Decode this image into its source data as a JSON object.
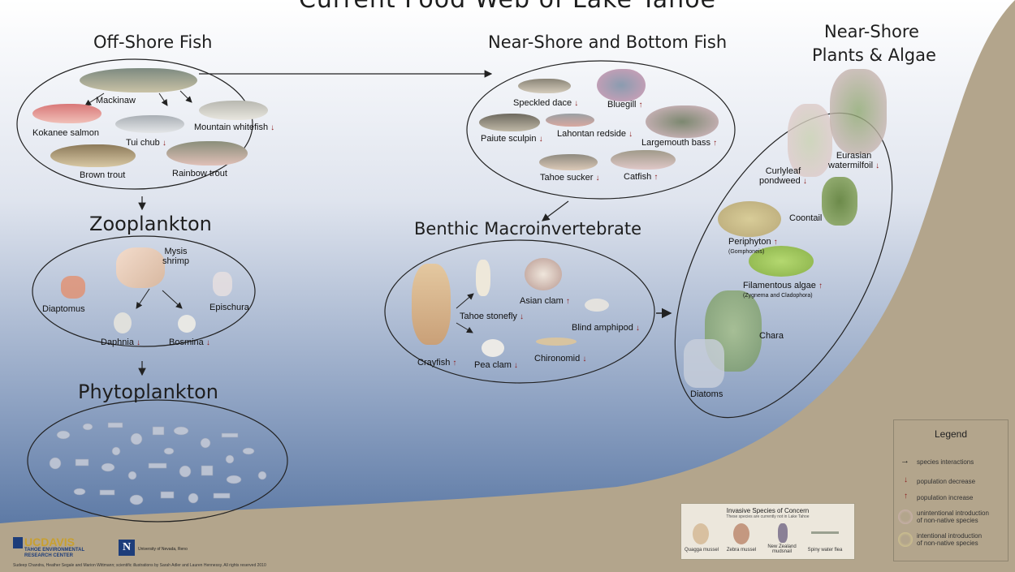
{
  "title": "Current Food Web of Lake Tahoe",
  "sections": {
    "offshore_fish": "Off-Shore Fish",
    "nearshore_fish": "Near-Shore and Bottom Fish",
    "nearshore_plants_line1": "Near-Shore",
    "nearshore_plants_line2": "Plants & Algae",
    "zooplankton": "Zooplankton",
    "phytoplankton": "Phytoplankton",
    "benthic": "Benthic Macroinvertebrate"
  },
  "species": {
    "mackinaw": "Mackinaw",
    "kokanee": "Kokanee salmon",
    "tui_chub": "Tui chub",
    "mountain_whitefish": "Mountain whitefish",
    "brown_trout": "Brown trout",
    "rainbow_trout": "Rainbow trout",
    "speckled_dace": "Speckled dace",
    "bluegill": "Bluegill",
    "paiute_sculpin": "Paiute sculpin",
    "lahontan_redside": "Lahontan redside",
    "largemouth_bass": "Largemouth bass",
    "tahoe_sucker": "Tahoe sucker",
    "catfish": "Catfish",
    "mysis_line1": "Mysis",
    "mysis_line2": "shrimp",
    "diaptomus": "Diaptomus",
    "epischura": "Epischura",
    "daphnia": "Daphnia",
    "bosmina": "Bosmina",
    "crayfish": "Crayfish",
    "tahoe_stonefly": "Tahoe stonefly",
    "asian_clam": "Asian clam",
    "blind_amphipod": "Blind amphipod",
    "pea_clam": "Pea clam",
    "chironomid": "Chironomid",
    "curlyleaf_line1": "Curlyleaf",
    "curlyleaf_line2": "pondweed",
    "eurasian_line1": "Eurasian",
    "eurasian_line2": "watermilfoil",
    "coontail": "Coontail",
    "periphyton": "Periphyton",
    "periphyton_sub": "(Gomphoneis)",
    "filamentous": "Filamentous algae",
    "filamentous_sub": "(Zygnema and Cladophora)",
    "chara": "Chara",
    "diatoms": "Diatoms"
  },
  "trend_up": "↑",
  "trend_down": "↓",
  "legend": {
    "title": "Legend",
    "interactions": "species interactions",
    "decrease": "population decrease",
    "increase": "population increase",
    "unintentional_1": "unintentional introduction",
    "unintentional_2": "of non-native species",
    "intentional_1": "intentional introduction",
    "intentional_2": "of non-native species"
  },
  "invasive": {
    "title": "Invasive Species of Concern",
    "subtitle": "These species are currently not in Lake Tahoe",
    "items": [
      "Quagga mussel",
      "Zebra mussel",
      "New Zealand mudsnail",
      "Spiny water flea"
    ]
  },
  "footer": {
    "logo_uc": "UCDAVIS",
    "logo_terc_1": "TAHOE ENVIRONMENTAL",
    "logo_terc_2": "RESEARCH CENTER",
    "logo_n": "N",
    "logo_unr": "University of Nevada, Reno",
    "credits": "Sudeep Chandra, Heather Segale and Marion Wittmann; scientific illustrations by Sarah Adler and Lauren Hennessy. All rights reserved 2010"
  },
  "colors": {
    "lake_top": "#ffffff",
    "lake_bottom": "#4a6a9a",
    "shore": "#b3a58c",
    "trend": "#8b1a1a"
  }
}
